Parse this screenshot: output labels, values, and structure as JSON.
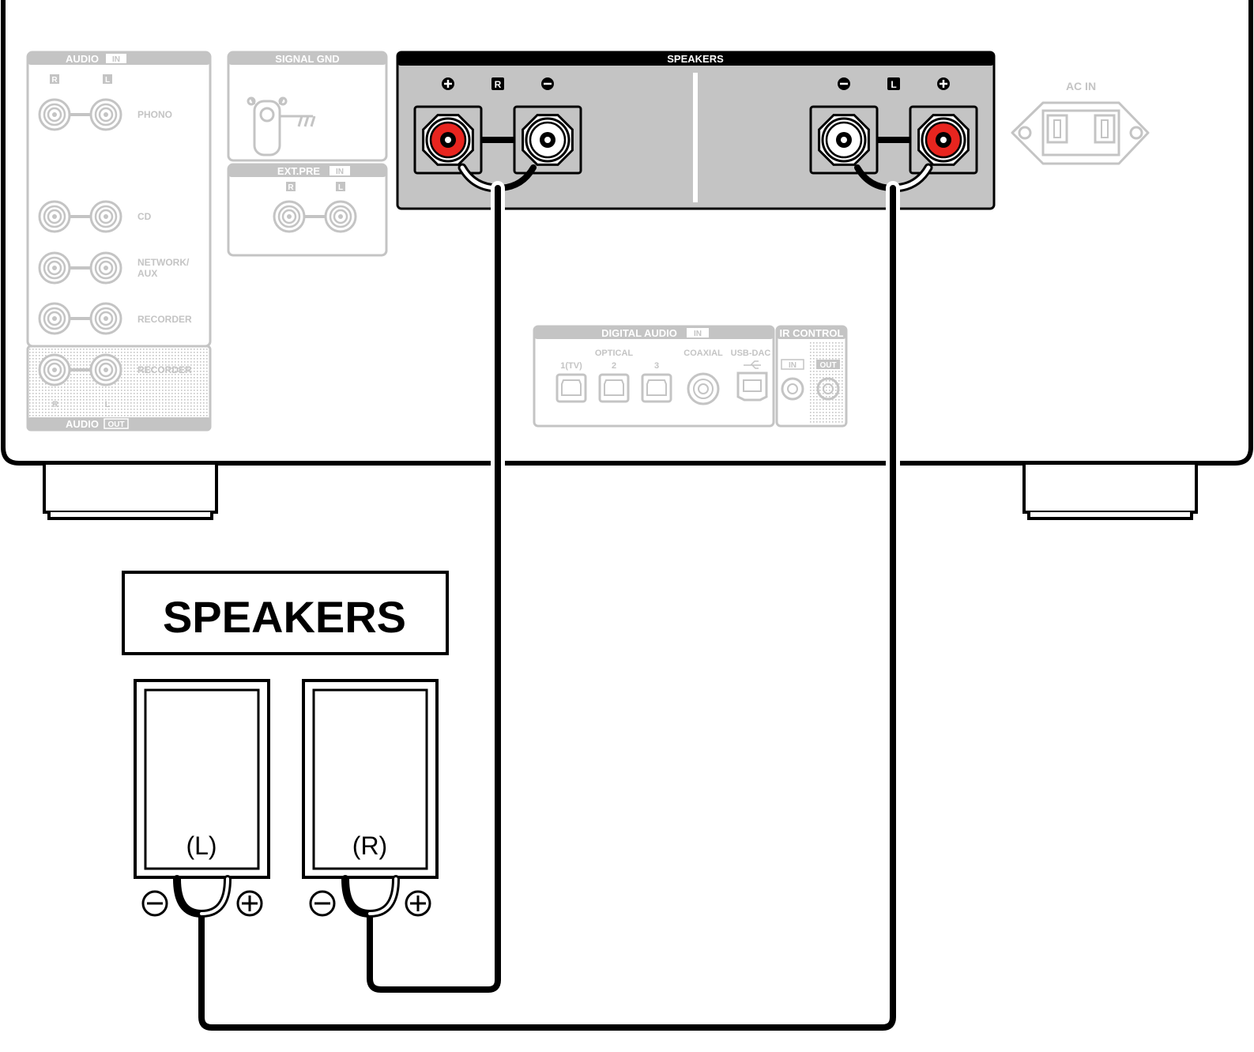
{
  "rear_panel": {
    "audio_in": {
      "header": "AUDIO",
      "badge": "IN",
      "r": "R",
      "l": "L",
      "inputs": [
        "PHONO",
        "CD",
        "NETWORK/",
        "AUX",
        "RECORDER"
      ]
    },
    "signal_gnd": {
      "header": "SIGNAL GND"
    },
    "ext_pre": {
      "header": "EXT.PRE",
      "badge": "IN",
      "r": "R",
      "l": "L"
    },
    "audio_out": {
      "header": "AUDIO",
      "badge": "OUT",
      "label": "RECORDER",
      "r": "R",
      "l": "L"
    },
    "speakers_block": {
      "header": "SPEAKERS",
      "right_label": "R",
      "left_label": "L"
    },
    "ac_in": {
      "label": "AC IN"
    },
    "digital_audio": {
      "header": "DIGITAL AUDIO",
      "badge": "IN",
      "optical": "OPTICAL",
      "opt1": "1(TV)",
      "opt2": "2",
      "opt3": "3",
      "coaxial": "COAXIAL",
      "usb": "USB-DAC"
    },
    "ir_control": {
      "header": "IR CONTROL",
      "in": "IN",
      "out": "OUT"
    }
  },
  "speakers_section": {
    "title": "SPEAKERS",
    "left_label": "(L)",
    "right_label": "(R)"
  },
  "colors": {
    "outline": "#000000",
    "panel_gray": "#c4c4c4",
    "terminal_plus": "#e8251f",
    "terminal_minus": "#ffffff"
  }
}
